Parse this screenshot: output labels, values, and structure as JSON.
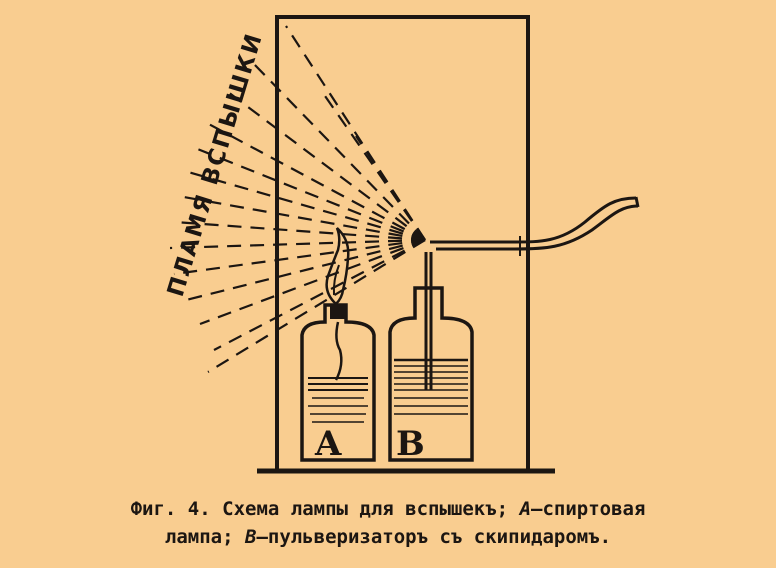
{
  "figure": {
    "flame_label": "ПЛАМЯ ВСПЫШКИ",
    "bottle_a_label": "A",
    "bottle_b_label": "B"
  },
  "caption": {
    "fig_number": "Фиг. 4.",
    "text_1": "Схема лампы для вспышекъ;",
    "ref_a": "A",
    "text_2": "—спиртовая",
    "text_3": "лампа;",
    "ref_b": "B",
    "text_4": "—пульверизаторъ съ скипидаромъ."
  },
  "colors": {
    "paper": "#f9cd90",
    "ink": "#1c1612"
  }
}
